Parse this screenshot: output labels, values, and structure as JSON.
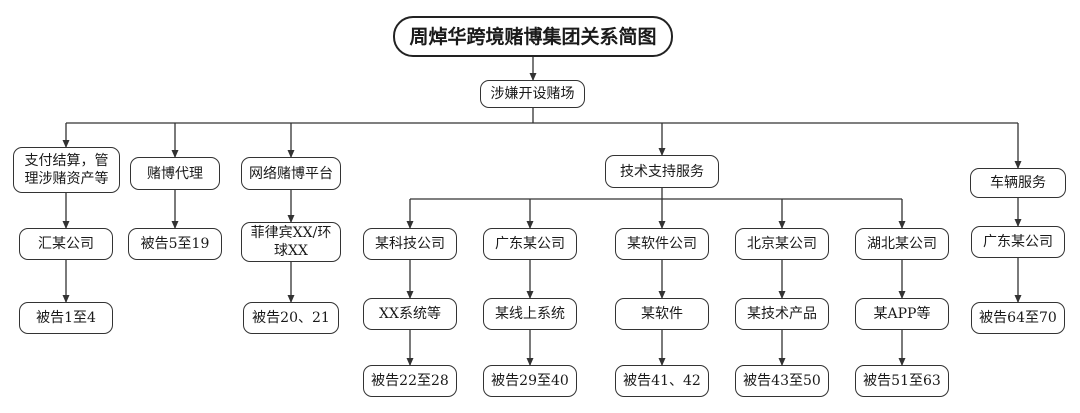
{
  "diagram": {
    "title": "周焯华跨境赌博集团关系简图",
    "root": "涉嫌开设赌场",
    "categories": {
      "payment": "支付结算，管\n理涉赌资产等",
      "agency": "赌博代理",
      "platform": "网络赌博平台",
      "tech": "技术支持服务",
      "vehicle": "车辆服务"
    },
    "payment_company": "汇某公司",
    "payment_defendants": "被告1至4",
    "agency_defendants": "被告5至19",
    "platform_names": "菲律宾XX/环\n球XX",
    "platform_defendants": "被告20、21",
    "tech_companies": [
      {
        "company": "某科技公司",
        "product": "XX系统等",
        "defendants": "被告22至28"
      },
      {
        "company": "广东某公司",
        "product": "某线上系统",
        "defendants": "被告29至40"
      },
      {
        "company": "某软件公司",
        "product": "某软件",
        "defendants": "被告41、42"
      },
      {
        "company": "北京某公司",
        "product": "某技术产品",
        "defendants": "被告43至50"
      },
      {
        "company": "湖北某公司",
        "product": "某APP等",
        "defendants": "被告51至63"
      }
    ],
    "vehicle_company": "广东某公司",
    "vehicle_defendants": "被告64至70"
  }
}
